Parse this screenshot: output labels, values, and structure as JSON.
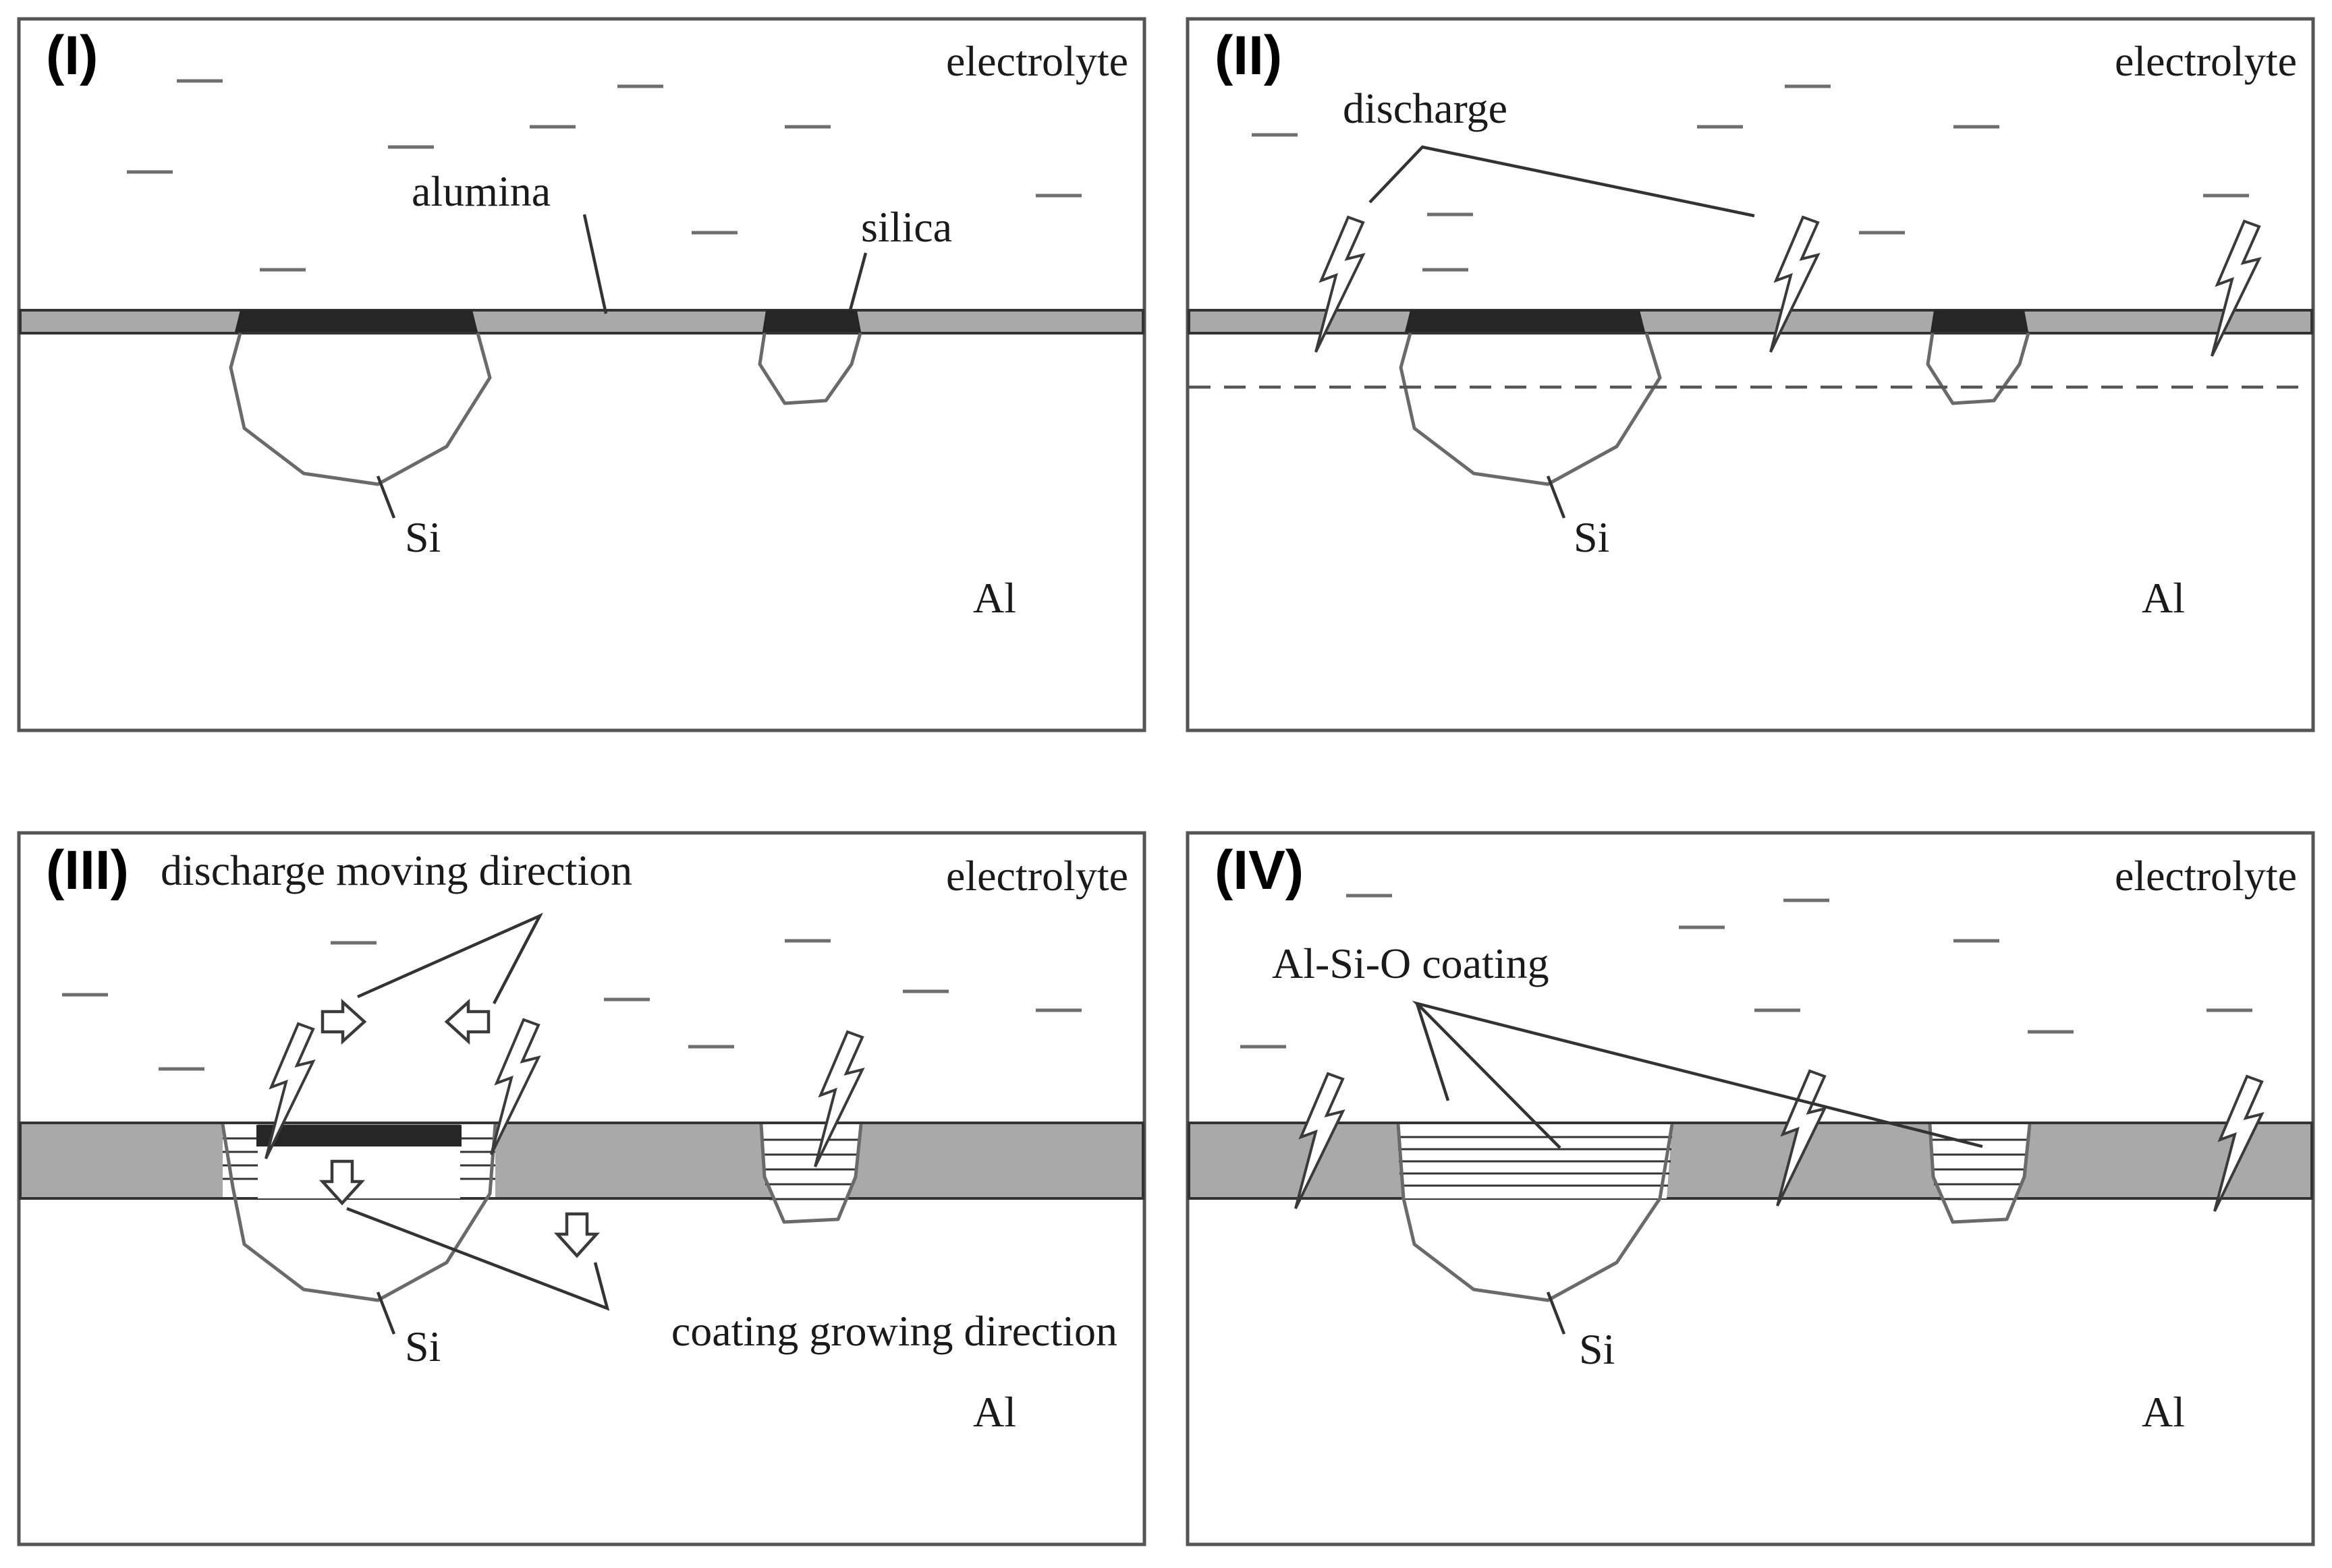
{
  "panels": [
    {
      "id": "I",
      "tag": "(I)",
      "labels": {
        "electrolyte": "electrolyte",
        "alumina": "alumina",
        "silica": "silica",
        "si": "Si",
        "al": "Al"
      }
    },
    {
      "id": "II",
      "tag": "(II)",
      "labels": {
        "electrolyte": "electrolyte",
        "discharge": "discharge",
        "si": "Si",
        "al": "Al"
      }
    },
    {
      "id": "III",
      "tag": "(III)",
      "labels": {
        "electrolyte": "electrolyte",
        "discharge_moving": "discharge moving direction",
        "coating_growing": "coating growing direction",
        "si": "Si",
        "al": "Al"
      }
    },
    {
      "id": "IV",
      "tag": "(IV)",
      "labels": {
        "electrolyte": "electrolyte",
        "coating": "Al-Si-O coating",
        "si": "Si",
        "al": "Al"
      }
    }
  ],
  "colors": {
    "oxide_layer": "#a9a9a9",
    "silica": "#262626",
    "frame": "#555555"
  }
}
